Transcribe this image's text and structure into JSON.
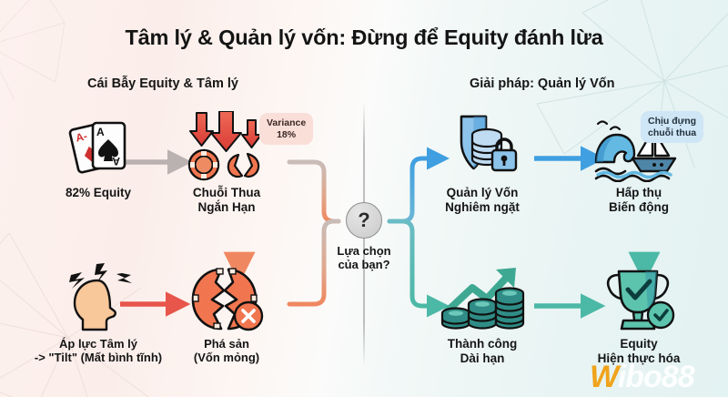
{
  "header": {
    "title": "Tâm lý & Quản lý vốn: Đừng để Equity đánh lừa",
    "subtitle_left": "Cái Bẫy Equity & Tâm lý",
    "subtitle_right": "Giải pháp: Quản lý Vốn"
  },
  "left_branch": {
    "nodes": [
      {
        "id": "cards",
        "icon": "playing-cards-icon",
        "label": "82% Equity"
      },
      {
        "id": "chips",
        "icon": "falling-chips-icon",
        "label": "Chuỗi Thua\nNgắn Hạn"
      },
      {
        "id": "head",
        "icon": "stressed-head-icon",
        "label": "Áp lực Tâm lý\n-> \"Tilt\" (Mất bình tĩnh)"
      },
      {
        "id": "broken",
        "icon": "broken-chip-x-icon",
        "label": "Phá sản\n(Vốn mỏng)"
      }
    ],
    "badge": {
      "id": "variance",
      "text": "Variance\n18%"
    }
  },
  "decision": {
    "symbol": "?",
    "label": "Lựa chọn\ncủa bạn?"
  },
  "right_branch": {
    "nodes": [
      {
        "id": "shield",
        "icon": "shield-coins-lock-icon",
        "label": "Quản lý Vốn\nNghiêm ngặt"
      },
      {
        "id": "boat",
        "icon": "boat-waves-icon",
        "label": "Hấp thụ\nBiến động"
      },
      {
        "id": "growth",
        "icon": "coins-growth-arrow-icon",
        "label": "Thành công\nDài hạn"
      },
      {
        "id": "trophy",
        "icon": "trophy-check-icon",
        "label": "Equity\nHiện thực hóa"
      }
    ],
    "badge": {
      "id": "endure",
      "text": "Chịu đựng\nchuỗi thua"
    }
  },
  "watermark": {
    "brand_mark": "W",
    "brand_rest": "ibo88"
  },
  "colors": {
    "bg_left": "#fbeeea",
    "bg_right": "#e3f2f2",
    "arrow_gray": "#b9b2b0",
    "arrow_red": "#e8554b",
    "arrow_orange": "#f0845c",
    "arrow_blue": "#3f9fe0",
    "arrow_teal": "#4cb8a6",
    "badge_variance_bg": "#fadfd9",
    "badge_endure_bg": "#cfe6f6",
    "watermark_w": "#f0a31a"
  }
}
